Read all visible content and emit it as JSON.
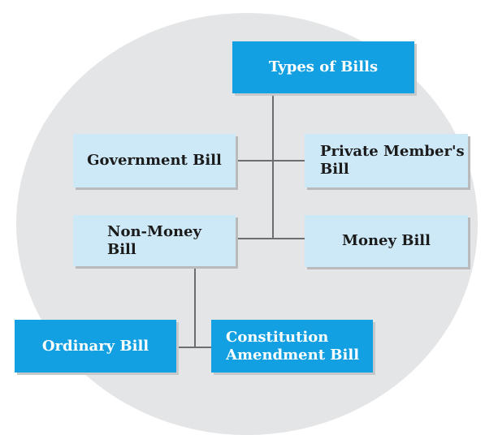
{
  "diagram": {
    "root": {
      "label": "Types of Bills"
    },
    "government_bill": {
      "label": "Government Bill"
    },
    "private_member_bill": {
      "label": "Private Member's\nBill"
    },
    "non_money_bill": {
      "label": "Non-Money\nBill"
    },
    "money_bill": {
      "label": "Money Bill"
    },
    "ordinary_bill": {
      "label": "Ordinary Bill"
    },
    "constitution_amendment_bill": {
      "label": "Constitution\nAmendment Bill"
    }
  },
  "colors": {
    "background_circle": "#e4e5e7",
    "primary_box": "#13a0e2",
    "secondary_box": "#cde9f7",
    "connector": "#6d6e71"
  }
}
